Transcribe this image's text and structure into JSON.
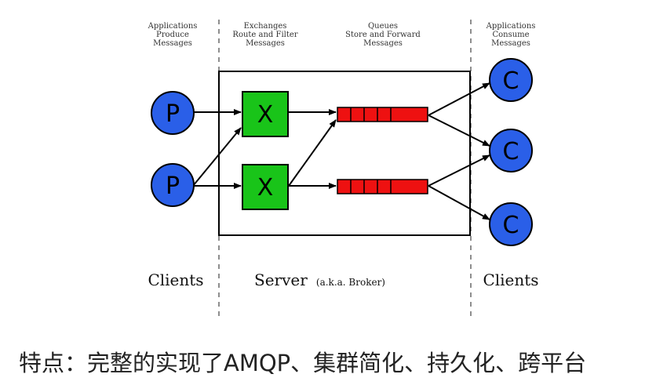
{
  "headers": {
    "left": [
      "Applications",
      "Produce",
      "Messages"
    ],
    "exchanges": [
      "Exchanges",
      "Route and Filter",
      "Messages"
    ],
    "queues": [
      "Queues",
      "Store and Forward",
      "Messages"
    ],
    "right": [
      "Applications",
      "Consume",
      "Messages"
    ]
  },
  "labels": {
    "clients_left": "Clients",
    "server": "Server",
    "server_note": "(a.k.a. Broker)",
    "clients_right": "Clients"
  },
  "nodes": {
    "producer": "P",
    "exchange": "X",
    "consumer": "C"
  },
  "colors": {
    "producer": "#2a5fe8",
    "consumer": "#2a5fe8",
    "exchange": "#19c419",
    "queue": "#ee1111"
  },
  "caption": "特点：完整的实现了AMQP、集群简化、持久化、跨平台"
}
